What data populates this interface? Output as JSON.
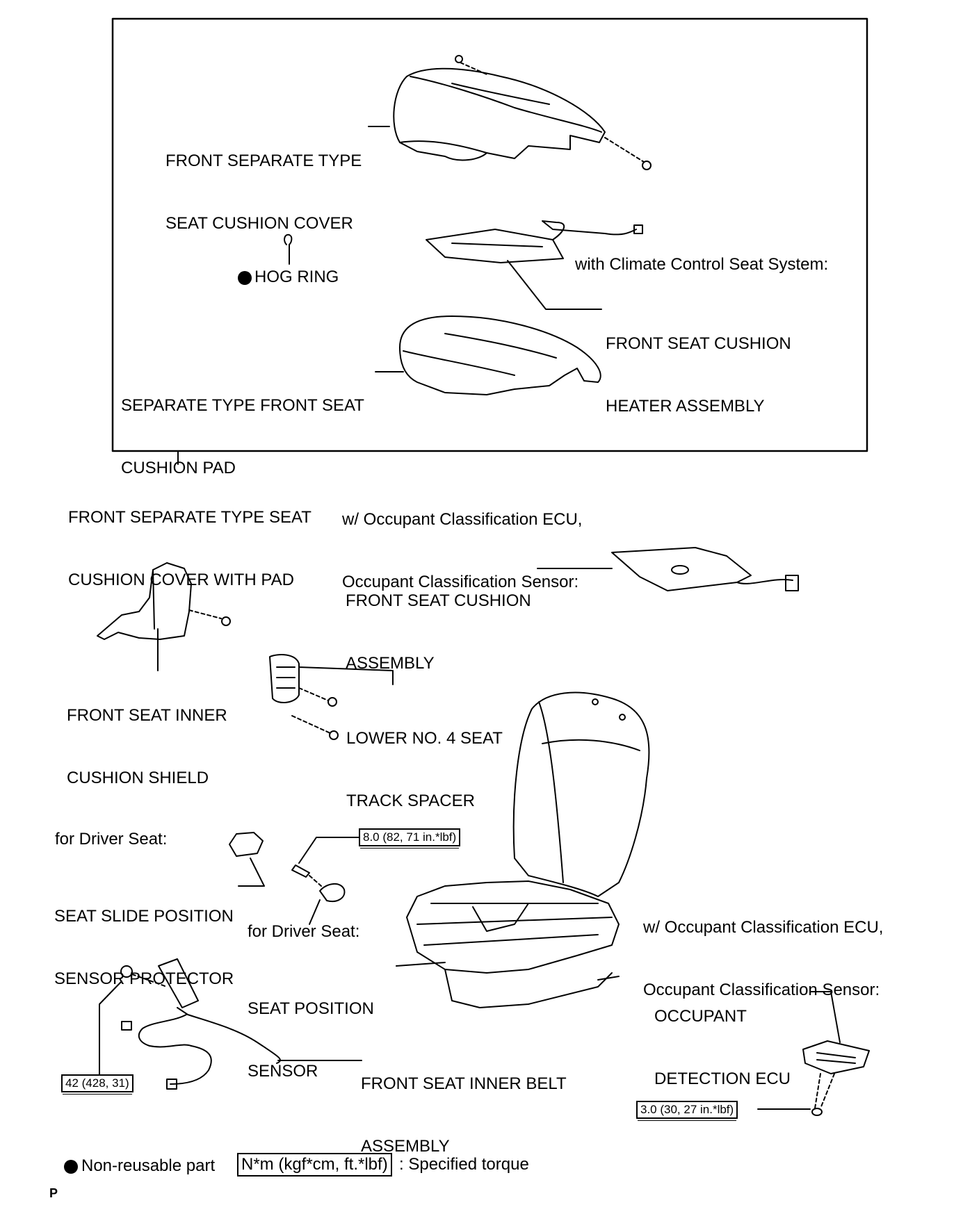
{
  "labels": {
    "front_separate_type_seat_cushion_cover": [
      "FRONT SEPARATE TYPE",
      "SEAT CUSHION COVER"
    ],
    "hog_ring": "HOG RING",
    "climate_condition": "with Climate Control Seat System:",
    "front_seat_cushion_heater_assembly": [
      "FRONT SEAT CUSHION",
      "HEATER ASSEMBLY"
    ],
    "separate_type_front_seat_cushion_pad": [
      "SEPARATE TYPE FRONT SEAT",
      "CUSHION PAD"
    ],
    "front_separate_type_seat_cushion_cover_with_pad": [
      "FRONT SEPARATE TYPE SEAT",
      "CUSHION COVER WITH PAD"
    ],
    "occupant_condition_top": [
      "w/ Occupant Classification ECU,",
      "Occupant Classification Sensor:"
    ],
    "front_seat_cushion_assembly": [
      "FRONT SEAT CUSHION",
      "ASSEMBLY"
    ],
    "front_seat_inner_cushion_shield": [
      "FRONT SEAT INNER",
      "CUSHION SHIELD"
    ],
    "lower_no4_seat_track_spacer": [
      "LOWER NO. 4 SEAT",
      "TRACK SPACER"
    ],
    "for_driver_seat_1": "for Driver Seat:",
    "seat_slide_position_sensor_protector": [
      "SEAT SLIDE POSITION",
      "SENSOR PROTECTOR"
    ],
    "for_driver_seat_2": "for Driver Seat:",
    "seat_position_sensor": [
      "SEAT POSITION",
      "SENSOR"
    ],
    "occupant_condition_bottom": [
      "w/ Occupant Classification ECU,",
      "Occupant Classification Sensor:"
    ],
    "occupant_detection_ecu": [
      "OCCUPANT",
      "DETECTION ECU"
    ],
    "front_seat_inner_belt_assembly": [
      "FRONT SEAT INNER BELT",
      "ASSEMBLY"
    ]
  },
  "torques": {
    "seat_position_sensor_bolt": "8.0 (82, 71 in.*lbf)",
    "inner_belt_bolt": "42 (428, 31)",
    "ecu_nut": "3.0 (30, 27 in.*lbf)"
  },
  "legend": {
    "non_reusable": "Non-reusable part",
    "torque_unit": "N*m (kgf*cm, ft.*lbf)",
    "specified_torque": ": Specified torque"
  },
  "page_code": "P"
}
